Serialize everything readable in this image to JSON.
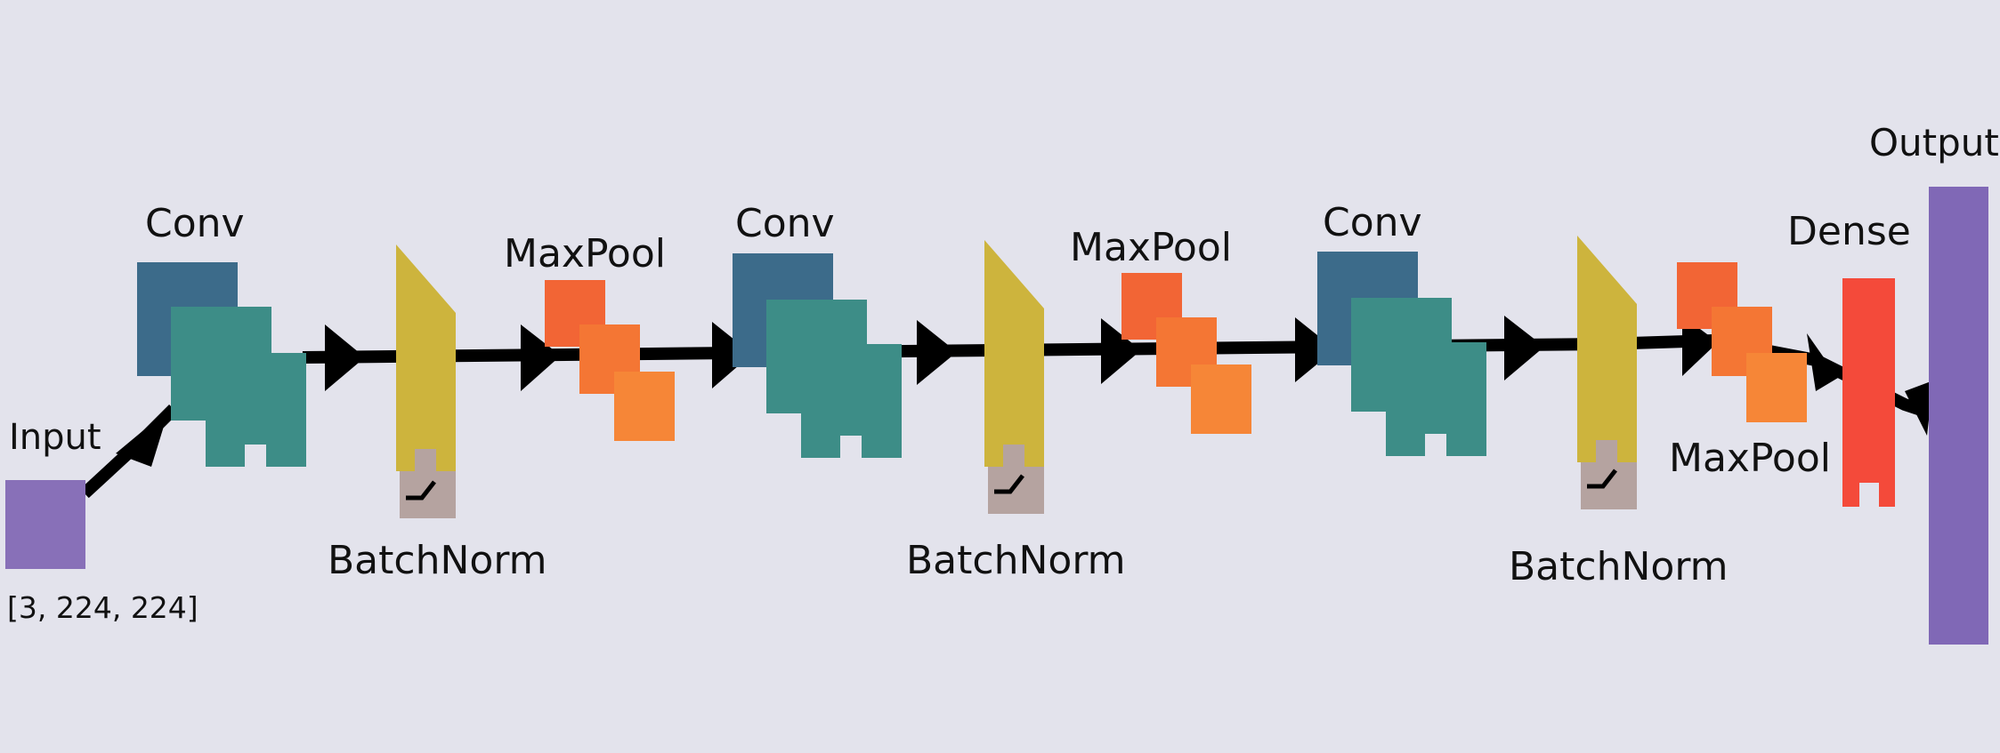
{
  "diagram": {
    "input": {
      "label": "Input",
      "shape_text": "[3, 224, 224]"
    },
    "blocks": [
      {
        "conv_label": "Conv",
        "batchnorm_label": "BatchNorm",
        "maxpool_label": "MaxPool"
      },
      {
        "conv_label": "Conv",
        "batchnorm_label": "BatchNorm",
        "maxpool_label": "MaxPool"
      },
      {
        "conv_label": "Conv",
        "batchnorm_label": "BatchNorm",
        "maxpool_label": "MaxPool"
      }
    ],
    "dense": {
      "label": "Dense"
    },
    "output": {
      "label": "Output"
    },
    "colors": {
      "background": "#e3e3ec",
      "input": "#8870b8",
      "output": "#8068b6",
      "conv_back": "#3c6b8a",
      "conv_front": "#3d8d87",
      "batchnorm": "#cdb43d",
      "relu_box": "#b5a3a0",
      "maxpool_a": "#f26535",
      "maxpool_b": "#f47634",
      "maxpool_c": "#f68637",
      "dense": "#f44a3a",
      "arrow": "#000000"
    }
  }
}
